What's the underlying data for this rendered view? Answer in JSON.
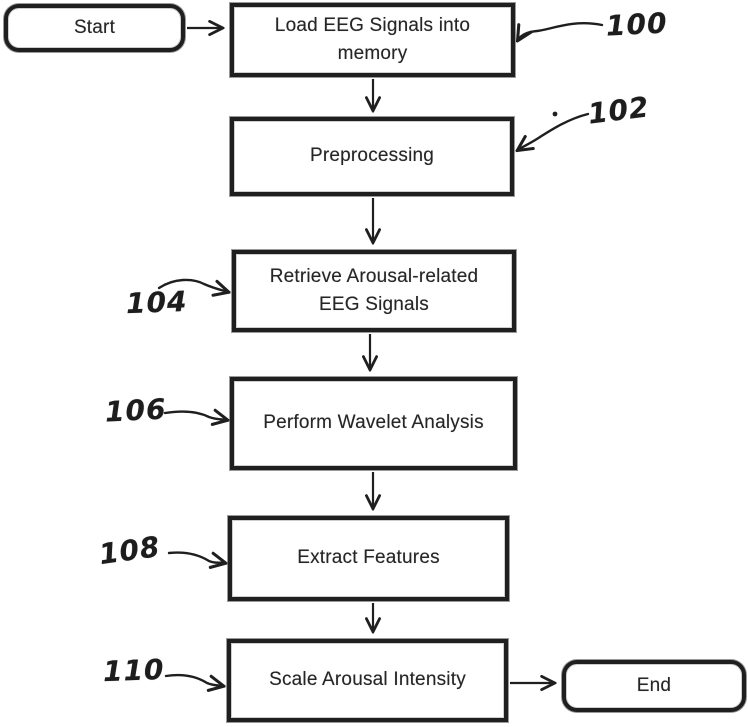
{
  "figure": {
    "type": "flowchart",
    "colors": {
      "paper": "#ffffff",
      "ink": "#1f1f1f"
    },
    "nodes": [
      {
        "id": "start",
        "shape": "terminator",
        "label": "Start"
      },
      {
        "id": "load-eeg",
        "shape": "process",
        "label": "Load EEG Signals into memory",
        "ref": "100"
      },
      {
        "id": "preprocessing",
        "shape": "process",
        "label": "Preprocessing",
        "ref": "102"
      },
      {
        "id": "retrieve-arousal",
        "shape": "process",
        "label": "Retrieve Arousal-related EEG Signals",
        "ref": "104"
      },
      {
        "id": "wavelet-analysis",
        "shape": "process",
        "label": "Perform Wavelet Analysis",
        "ref": "106"
      },
      {
        "id": "extract-features",
        "shape": "process",
        "label": "Extract Features",
        "ref": "108"
      },
      {
        "id": "scale-arousal",
        "shape": "process",
        "label": "Scale Arousal Intensity",
        "ref": "110"
      },
      {
        "id": "end",
        "shape": "terminator",
        "label": "End"
      }
    ],
    "edges": [
      {
        "from": "start",
        "to": "load-eeg"
      },
      {
        "from": "load-eeg",
        "to": "preprocessing"
      },
      {
        "from": "preprocessing",
        "to": "retrieve-arousal"
      },
      {
        "from": "retrieve-arousal",
        "to": "wavelet-analysis"
      },
      {
        "from": "wavelet-analysis",
        "to": "extract-features"
      },
      {
        "from": "extract-features",
        "to": "scale-arousal"
      },
      {
        "from": "scale-arousal",
        "to": "end"
      }
    ]
  }
}
